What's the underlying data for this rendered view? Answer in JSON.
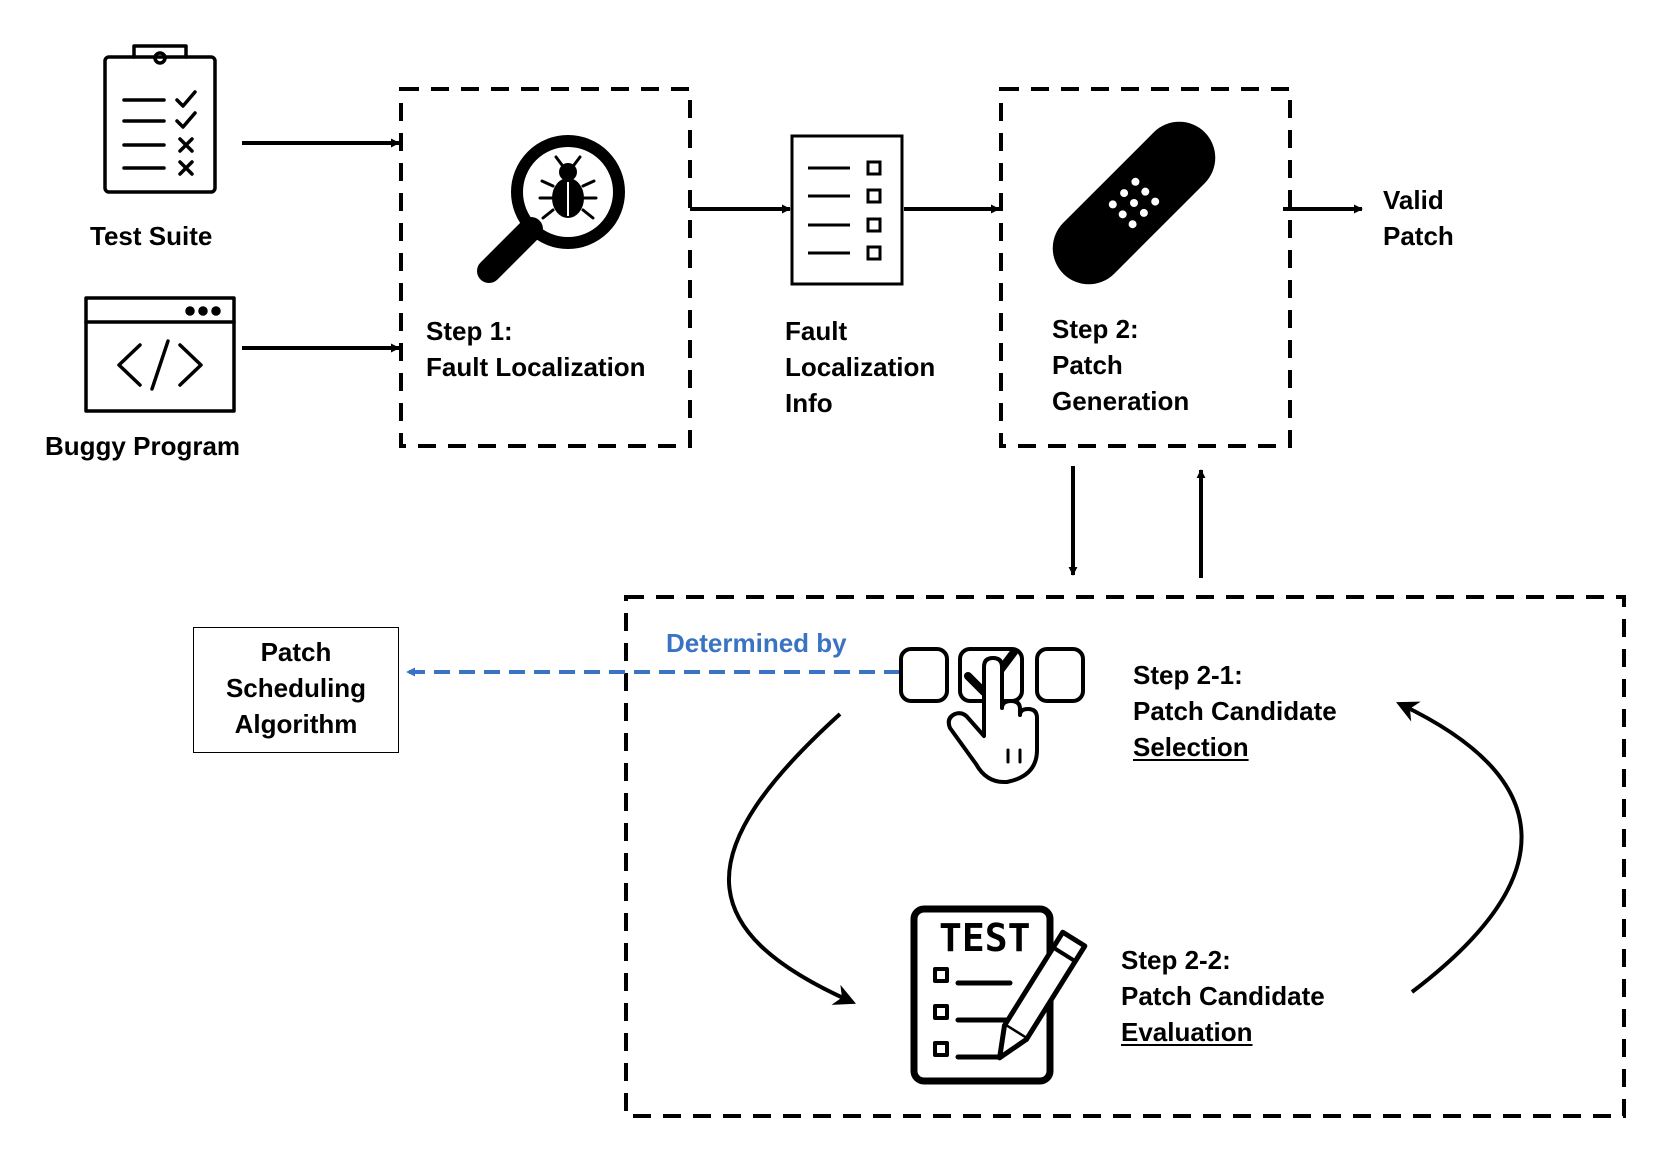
{
  "inputs": {
    "test_suite": "Test Suite",
    "buggy_program": "Buggy Program"
  },
  "step1": {
    "line1": "Step 1:",
    "line2": "Fault Localization"
  },
  "fault_info": {
    "line1": "Fault",
    "line2": "Localization",
    "line3": "Info"
  },
  "step2": {
    "line1": "Step 2:",
    "line2": "Patch",
    "line3": "Generation"
  },
  "output": {
    "line1": "Valid",
    "line2": "Patch"
  },
  "scheduling": {
    "line1": "Patch",
    "line2": "Scheduling",
    "line3": "Algorithm"
  },
  "determined_by": "Determined by",
  "step2_1": {
    "line1": "Step 2-1:",
    "line2": "Patch Candidate",
    "line3": "Selection"
  },
  "step2_2": {
    "line1": "Step 2-2:",
    "line2": "Patch Candidate",
    "line3": "Evaluation"
  },
  "test_sheet_title": "TEST",
  "colors": {
    "line": "#000000",
    "accent_blue": "#3a73c2"
  },
  "icons": [
    "clipboard-checklist-icon",
    "code-window-icon",
    "magnifier-bug-icon",
    "document-list-icon",
    "bandage-icon",
    "checkbox-select-hand-icon",
    "test-sheet-pencil-icon"
  ]
}
